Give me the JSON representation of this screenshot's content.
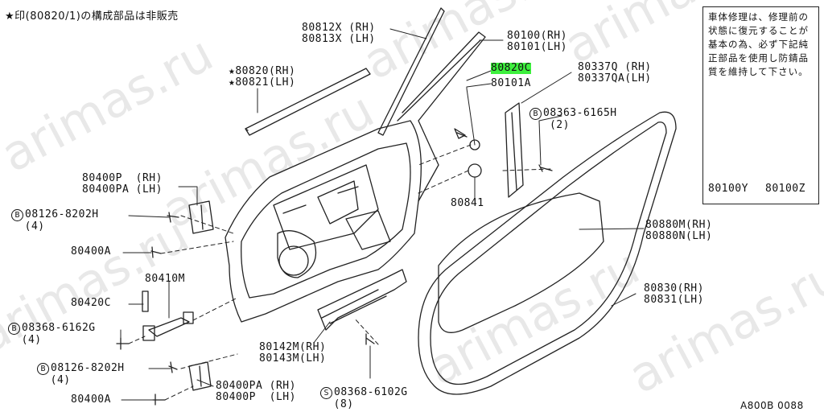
{
  "header_note": "★印(80820/1)の構成部品は非販売",
  "diagram_code": "A800B 0088",
  "watermark": "arimas.ru",
  "notice": {
    "text": "車体修理は、修理前の状態に復元することが基本の為、必ず下記純正部品を使用し防錆品質を維持して下さい。",
    "parts": [
      "80100Y",
      "80100Z"
    ]
  },
  "labels": {
    "p80812": [
      "80812X (RH)",
      "80813X (LH)"
    ],
    "p80100": [
      "80100(RH)",
      "80101(LH)"
    ],
    "p80820": [
      "★80820(RH)",
      "★80821(LH)"
    ],
    "p80820c": "80820C",
    "p80101a": "80101A",
    "p80337": [
      "80337Q (RH)",
      "80337QA(LH)"
    ],
    "p08363_sym": "B",
    "p08363": [
      "08363-6165H",
      "(2)"
    ],
    "p80400p": [
      "80400P  (RH)",
      "80400PA (LH)"
    ],
    "p08126a_sym": "B",
    "p08126a": [
      "08126-8202H",
      "(4)"
    ],
    "p80400a_1": "80400A",
    "p80841": "80841",
    "p80880": [
      "80880M(RH)",
      "80880N(LH)"
    ],
    "p80410": "80410M",
    "p80420": "80420C",
    "p08368a_sym": "B",
    "p08368a": [
      "08368-6162G",
      "(4)"
    ],
    "p80830": [
      "80830(RH)",
      "80831(LH)"
    ],
    "p80142": [
      "80142M(RH)",
      "80143M(LH)"
    ],
    "p08126b_sym": "B",
    "p08126b": [
      "08126-8202H",
      "(4)"
    ],
    "p80400pa": [
      "80400PA (RH)",
      "80400P  (LH)"
    ],
    "p08368b_sym": "S",
    "p08368b": [
      "08368-6102G",
      "(8)"
    ],
    "p80400a_2": "80400A"
  },
  "colors": {
    "highlight": "#3df03d",
    "line": "#222222"
  }
}
